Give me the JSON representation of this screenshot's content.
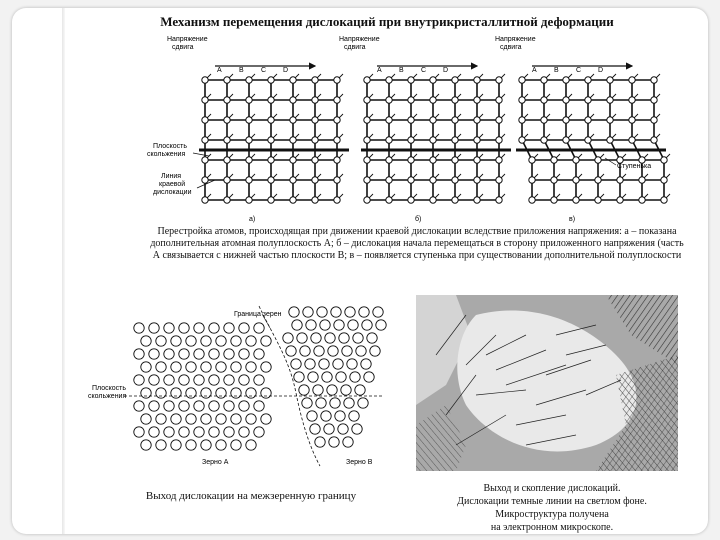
{
  "title": "Механизм перемещения дислокаций при внутрикристаллитной деформации",
  "lattice_panels": [
    {
      "stress_label_line1": "Напряжение",
      "stress_label_line2": "сдвига",
      "column_labels": [
        "A",
        "B",
        "C",
        "D"
      ],
      "left_labels": [
        "Плоскость",
        "скольжения",
        "Линия",
        "краевой",
        "дислокации"
      ],
      "letter": "а)"
    },
    {
      "stress_label_line1": "Напряжение",
      "stress_label_line2": "сдвига",
      "column_labels": [
        "A",
        "B",
        "C",
        "D"
      ],
      "letter": "б)"
    },
    {
      "stress_label_line1": "Напряжение",
      "stress_label_line2": "сдвига",
      "column_labels": [
        "A",
        "B",
        "C",
        "D"
      ],
      "step_label": "Ступенька",
      "letter": "в)"
    }
  ],
  "caption_top": "Перестройка атомов, происходящая при движении краевой дислокации вследствие приложения напряжения: а – показана дополнительная атомная полуплоскость А; б – дислокация начала перемещаться в сторону приложенного напряжения (часть А связывается с нижней частью плоскости В; в – появляется ступенька при существовании дополнительной полуплоскости",
  "grain_boundary": {
    "boundary_label": "Граница зерен",
    "slip_label_line1": "Плоскость",
    "slip_label_line2": "скольжения",
    "grain_a": "Зерно А",
    "grain_b": "Зерно В",
    "caption": "Выход дислокации на межзеренную границу"
  },
  "micrograph_caption": [
    "Выход и скопление дислокаций.",
    "Дислокации темные линии на светлом фоне.",
    "Микроструктура получена",
    "на электронном микроскопе."
  ],
  "colors": {
    "ink": "#111111",
    "photo_bg": "#bdbdbd",
    "photo_light": "#e9e9e9"
  }
}
